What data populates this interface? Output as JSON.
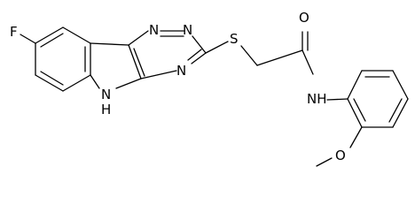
{
  "molecule": {
    "atoms": {
      "fluorine": "F",
      "sulfur": "S",
      "oxygen_carbonyl": "O",
      "nitrogen_triazine_1": "N",
      "nitrogen_triazine_2": "N",
      "nitrogen_triazine_3": "N",
      "indole_nh": "N",
      "indole_h": "H",
      "amide_nh": "NH",
      "oxygen_methoxy": "O"
    }
  }
}
